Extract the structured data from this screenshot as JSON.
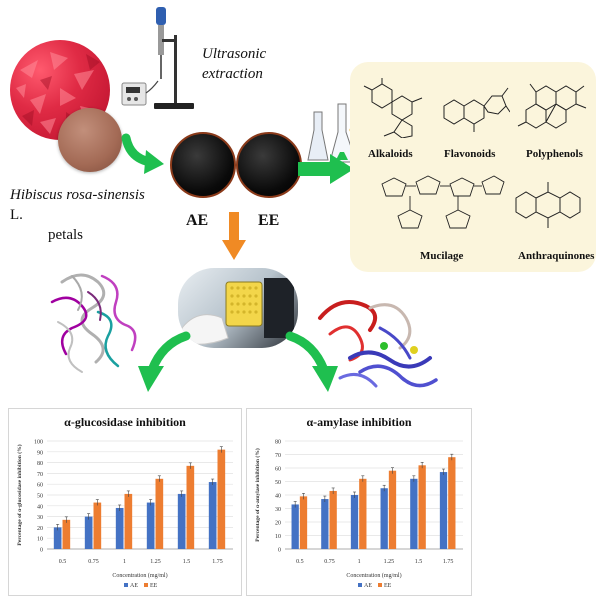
{
  "labels": {
    "extraction": [
      "Ultrasonic",
      "extraction"
    ],
    "plant": [
      "Hibiscus rosa-sinensis",
      "L.",
      "petals"
    ],
    "ae": "AE",
    "ee": "EE"
  },
  "compounds": {
    "alkaloids": "Alkaloids",
    "flavonoids": "Flavonoids",
    "polyphenols": "Polyphenols",
    "mucilage": "Mucilage",
    "anthraquinones": "Anthraquinones"
  },
  "colors": {
    "green_arrow": "#1fbf4f",
    "orange_arrow": "#f08a24",
    "panel": "#fbf5dc",
    "ae_bar": "#4472c4",
    "ee_bar": "#ed7d31",
    "petal_red": "#e02b45",
    "powder": "#a36a55"
  },
  "chart_data": [
    {
      "type": "bar",
      "title": "α-glucosidase inhibition",
      "xlabel": "Concentration (mg/ml)",
      "ylabel": "Percentage of α-glucosidase inhibition (%)",
      "categories": [
        "0.5",
        "0.75",
        "1",
        "1.25",
        "1.5",
        "1.75"
      ],
      "ylim": [
        0,
        100
      ],
      "yticks": [
        0,
        10,
        20,
        30,
        40,
        50,
        60,
        70,
        80,
        90,
        100
      ],
      "series": [
        {
          "name": "AE",
          "values": [
            20,
            30,
            38,
            43,
            51,
            62
          ]
        },
        {
          "name": "EE",
          "values": [
            27,
            43,
            51,
            65,
            77,
            92
          ]
        }
      ],
      "legend": "bottom",
      "grid": true
    },
    {
      "type": "bar",
      "title": "α-amylase inhibition",
      "xlabel": "Concentration (mg/ml)",
      "ylabel": "Percentage of α-amylase inhibition (%)",
      "categories": [
        "0.5",
        "0.75",
        "1",
        "1.25",
        "1.5",
        "1.75"
      ],
      "ylim": [
        0,
        80
      ],
      "yticks": [
        0,
        10,
        20,
        30,
        40,
        50,
        60,
        70,
        80
      ],
      "series": [
        {
          "name": "AE",
          "values": [
            33,
            37,
            40,
            45,
            52,
            57
          ]
        },
        {
          "name": "EE",
          "values": [
            39,
            43,
            52,
            58,
            62,
            68
          ]
        }
      ],
      "legend": "bottom",
      "grid": true
    }
  ]
}
